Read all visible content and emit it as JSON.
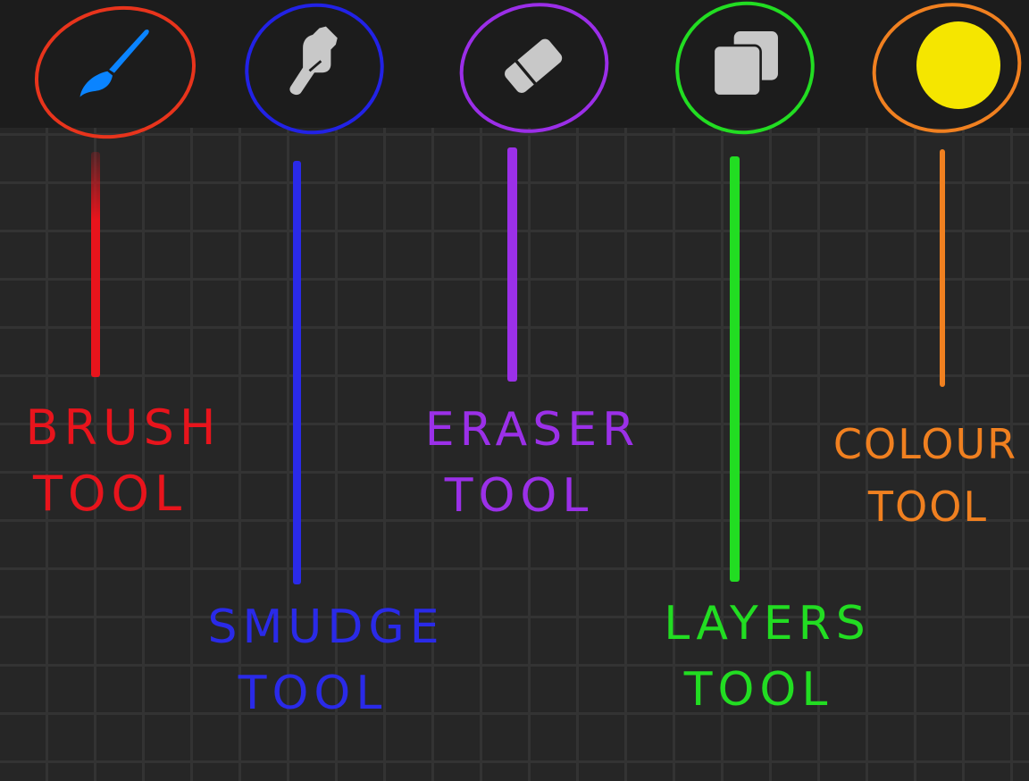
{
  "toolbar": {
    "tools": [
      {
        "id": "brush",
        "icon": "paintbrush-icon",
        "ring_color": "#e8341c",
        "icon_color": "#0a84ff"
      },
      {
        "id": "smudge",
        "icon": "smudge-finger-icon",
        "ring_color": "#2222e6",
        "icon_color": "#c8c8c8"
      },
      {
        "id": "eraser",
        "icon": "eraser-icon",
        "ring_color": "#9b2ee8",
        "icon_color": "#c8c8c8"
      },
      {
        "id": "layers",
        "icon": "layers-icon",
        "ring_color": "#22dd22",
        "icon_color": "#c8c8c8"
      },
      {
        "id": "colour",
        "icon": "colour-swatch-icon",
        "ring_color": "#f08020",
        "icon_color": "#f5e600"
      }
    ]
  },
  "annotations": {
    "brush": {
      "line1": "BRUSH",
      "line2": "TOOL",
      "color": "#e8141c"
    },
    "smudge": {
      "line1": "SMUDGE",
      "line2": "TOOL",
      "color": "#2a2ae8"
    },
    "eraser": {
      "line1": "ERASER",
      "line2": "TOOL",
      "color": "#9b30e8"
    },
    "layers": {
      "line1": "LAYERS",
      "line2": "TOOL",
      "color": "#22dd22"
    },
    "colour": {
      "line1": "COLOUR",
      "line2": "TOOL",
      "color": "#f08020"
    }
  },
  "colors": {
    "toolbar_bg": "#1c1c1c",
    "canvas_bg": "#262626",
    "grid_line": "#333333"
  }
}
